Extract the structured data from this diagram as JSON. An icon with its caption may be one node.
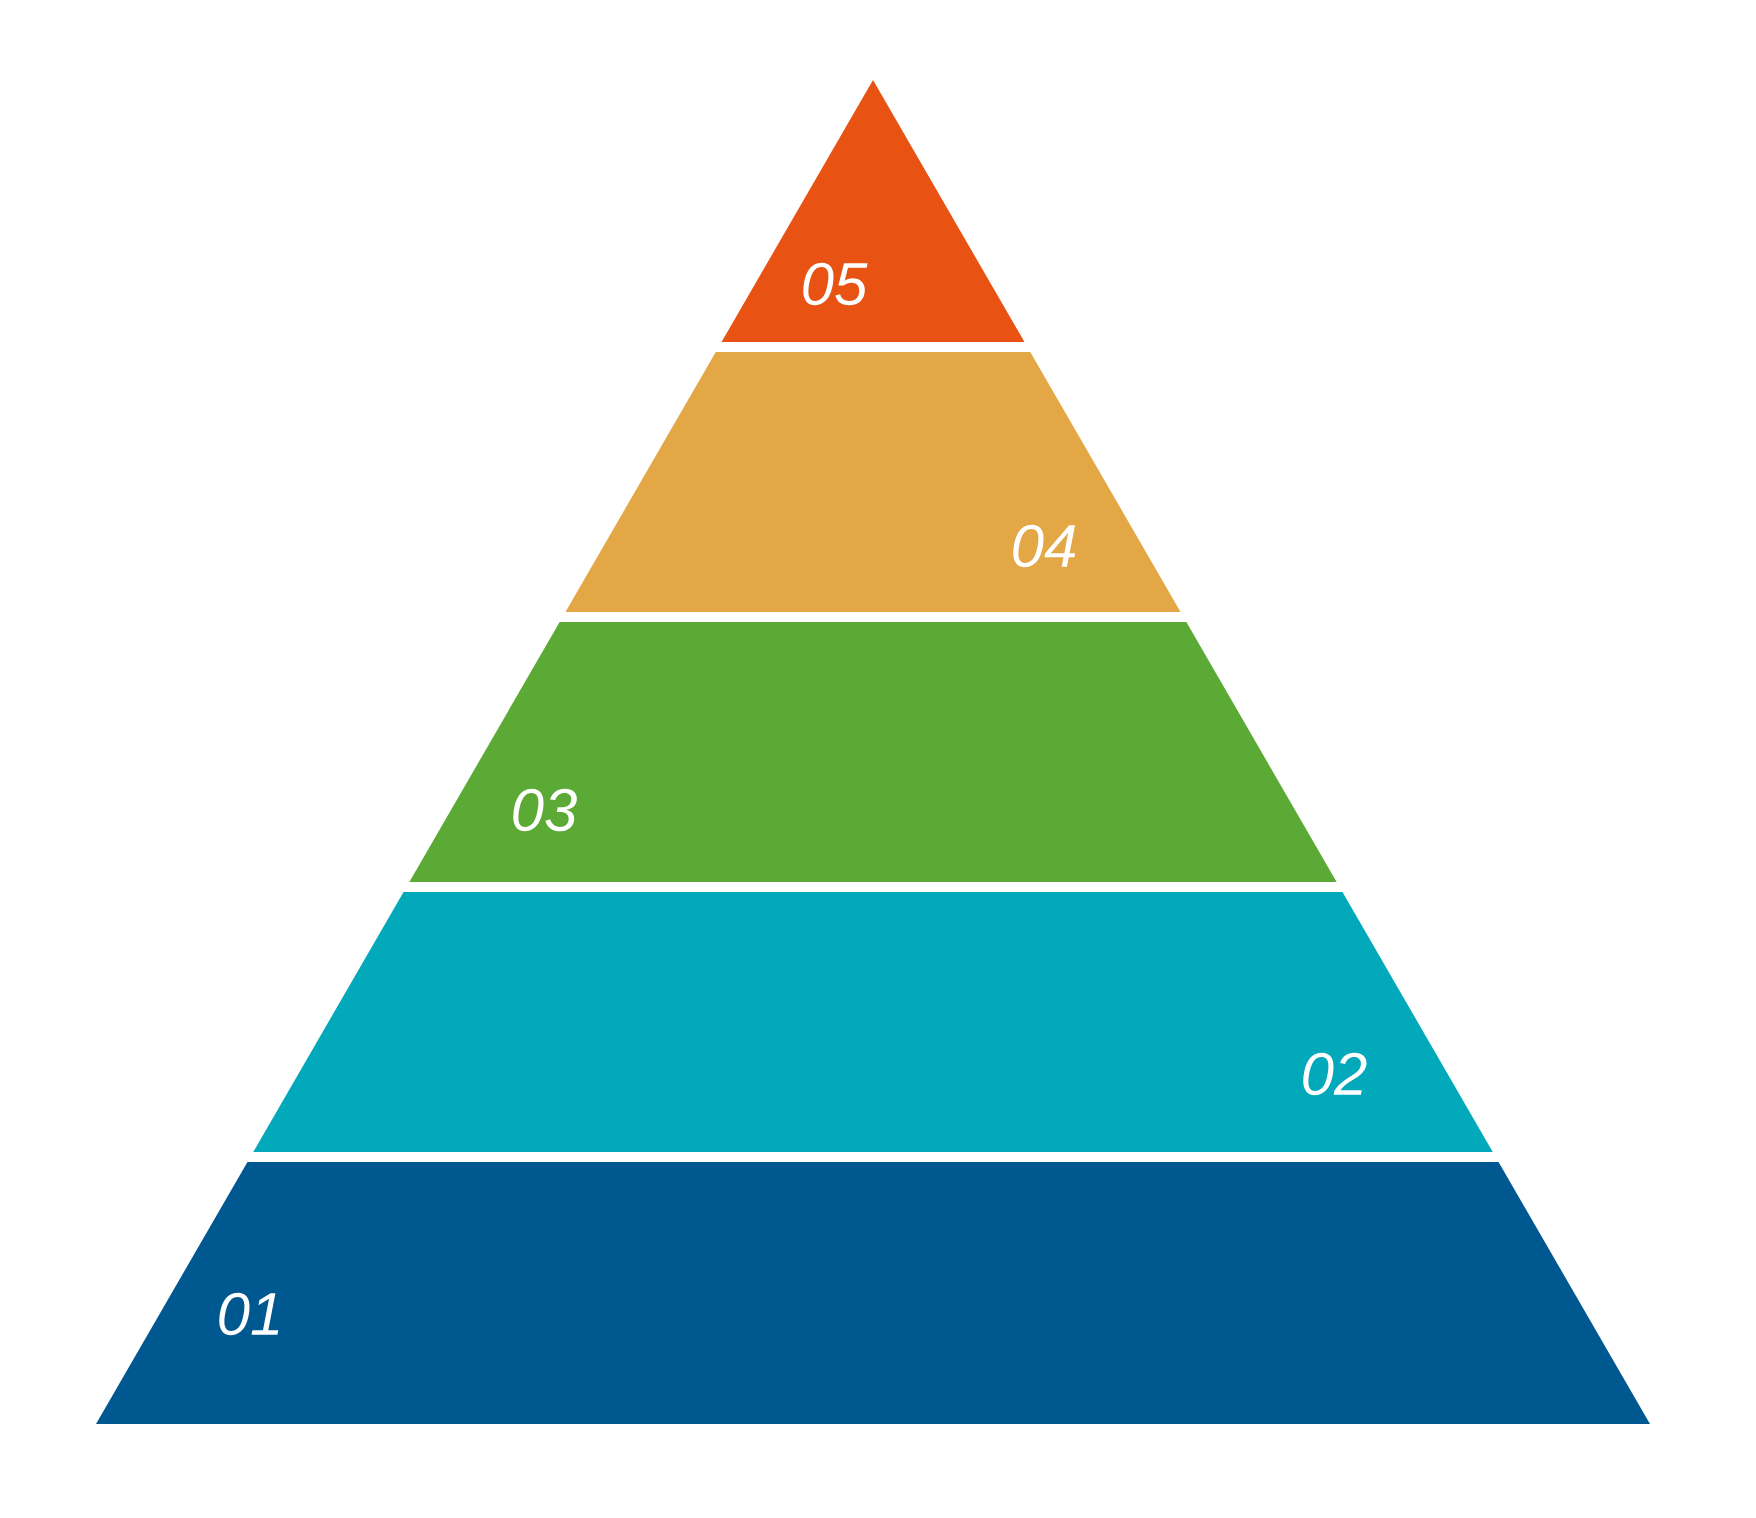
{
  "diagram": {
    "nodes": [
      {
        "text": [
          "05"
        ]
      },
      {
        "text": [
          "04"
        ]
      },
      {
        "text": [
          "03"
        ]
      },
      {
        "text": [
          "02"
        ]
      },
      {
        "text": [
          "01"
        ]
      }
    ]
  }
}
